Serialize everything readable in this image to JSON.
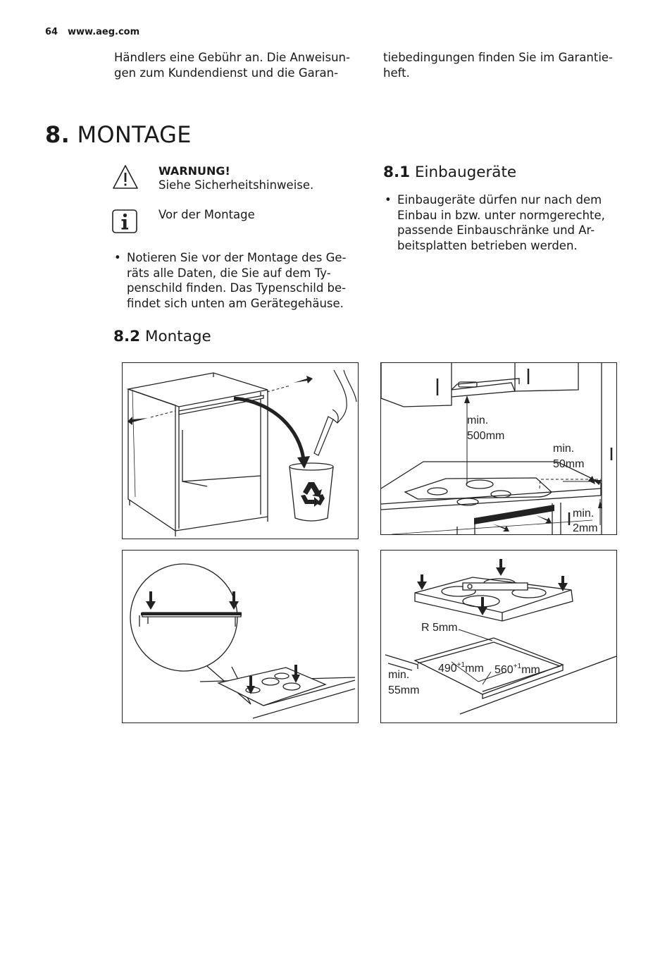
{
  "header": {
    "page_number": "64",
    "url": "www.aeg.com"
  },
  "intro": {
    "left": "Händlers eine Gebühr an. Die Anweisun-gen zum Kundendienst und die Garan-",
    "right": "tiebedingungen finden Sie im Garantie-heft."
  },
  "section": {
    "number": "8.",
    "title": "MONTAGE"
  },
  "warning": {
    "title": "WARNUNG!",
    "text": "Siehe Sicherheitshinweise."
  },
  "info": {
    "text": "Vor der Montage"
  },
  "bullets_left": [
    "Notieren Sie vor der Montage des Ge-räts alle Daten, die Sie auf dem Ty-penschild finden. Das Typenschild be-findet sich unten am Gerätegehäuse."
  ],
  "sub1": {
    "number": "8.1",
    "title": "Einbaugeräte"
  },
  "bullets_right": [
    "Einbaugeräte dürfen nur nach dem Einbau in bzw. unter normgerechte, passende Einbauschränke und Ar-beitsplatten betrieben werden."
  ],
  "sub2": {
    "number": "8.2",
    "title": "Montage"
  },
  "fig2": {
    "min500_a": "min.",
    "min500_b": "500mm",
    "min50_a": "min.",
    "min50_b": "50mm",
    "min2_a": "min.",
    "min2_b": "2mm"
  },
  "fig4": {
    "radius": "R 5mm",
    "depth": "490",
    "depth_tol": "+1",
    "depth_unit": "mm",
    "width": "560",
    "width_tol": "+1",
    "width_unit": "mm",
    "min55_a": "min.",
    "min55_b": "55mm"
  }
}
